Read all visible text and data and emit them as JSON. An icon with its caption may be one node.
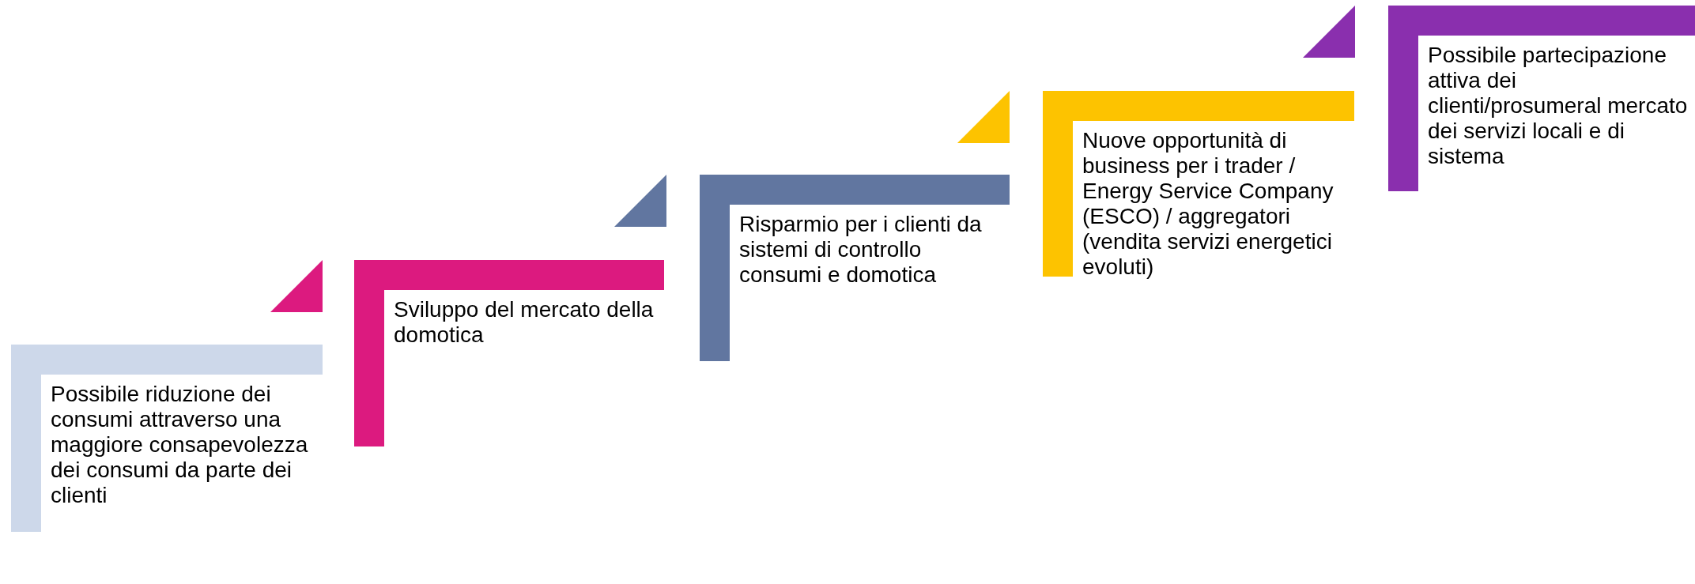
{
  "diagram": {
    "nodes": [
      {
        "text": [
          "Possibile riduzione dei consumi attraverso una maggiore consapevolezza dei consumi da parte dei clienti"
        ]
      },
      {
        "text": [
          "Sviluppo del mercato della domotica"
        ]
      },
      {
        "text": [
          "Risparmio per i clienti da sistemi di controllo consumi e domotica"
        ]
      },
      {
        "text": [
          "Nuove opportunità di business per i trader / Energy Service Company (ESCO) / aggregatori (vendita servizi energetici evoluti)"
        ]
      },
      {
        "text": [
          "Possibile partecipazione attiva dei clienti/prosumeral mercato dei servizi locali e di sistema"
        ]
      }
    ]
  }
}
